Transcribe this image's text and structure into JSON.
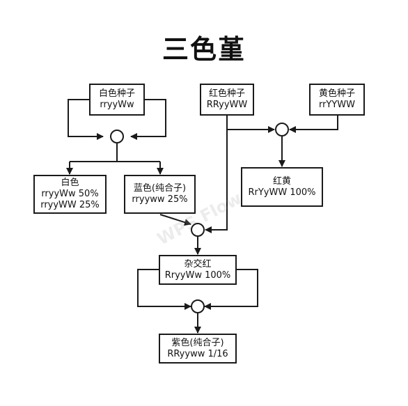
{
  "title": "三色堇",
  "watermark": "WPS Flow",
  "nodes": {
    "white_seed": {
      "name": "白色种子",
      "genotype": "rryyWw"
    },
    "red_seed": {
      "name": "红色种子",
      "genotype": "RRyyWW"
    },
    "yellow_seed": {
      "name": "黄色种子",
      "genotype": "rrYYWW"
    },
    "white": {
      "name": "白色",
      "line1": "rryyWw 50%",
      "line2": "rryyWW 25%"
    },
    "blue": {
      "name": "蓝色(纯合子)",
      "line1": "rryyww 25%"
    },
    "red_yellow": {
      "name": "红黄",
      "line1": "RrYyWW 100%"
    },
    "hybrid_red": {
      "name": "杂交红",
      "line1": "RryyWw 100%"
    },
    "purple": {
      "name": "紫色(纯合子)",
      "line1": "RRyyww 1/16"
    }
  },
  "colors": {
    "line": "#1a1a1a",
    "background": "#ffffff"
  }
}
